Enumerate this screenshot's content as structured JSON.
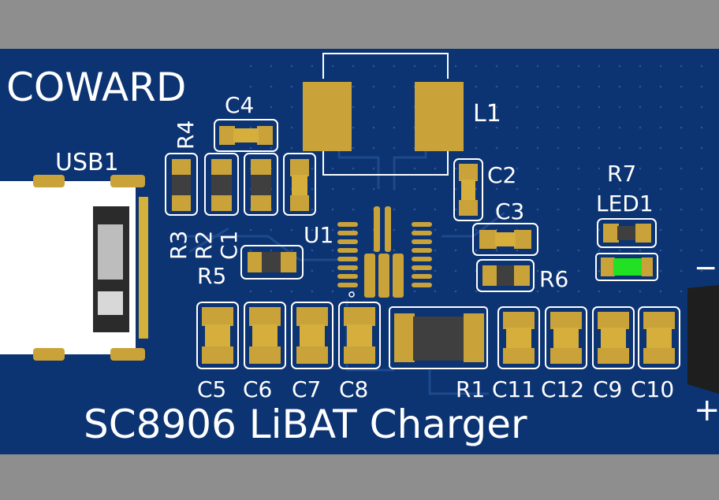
{
  "board": {
    "logo_text": "COWARD",
    "title_text": "SC8906 LiBAT Charger",
    "plus_label": "+",
    "minus_label": "−"
  },
  "colors": {
    "background": "#8e8e8e",
    "board": "#0c3372",
    "silkscreen": "#ffffff",
    "copper_pad": "#c9a23a",
    "component_body": "#3f3f3f",
    "led_green": "#22e022"
  },
  "designators": {
    "usb1": "USB1",
    "c4": "C4",
    "r4": "R4",
    "l1": "L1",
    "c2": "C2",
    "r7": "R7",
    "led1": "LED1",
    "c3": "C3",
    "u1": "U1",
    "r3": "R3",
    "r2": "R2",
    "c1": "C1",
    "r5": "R5",
    "r6": "R6",
    "c5": "C5",
    "c6": "C6",
    "c7": "C7",
    "c8": "C8",
    "r1": "R1",
    "c11": "C11",
    "c12": "C12",
    "c9": "C9",
    "c10": "C10"
  }
}
